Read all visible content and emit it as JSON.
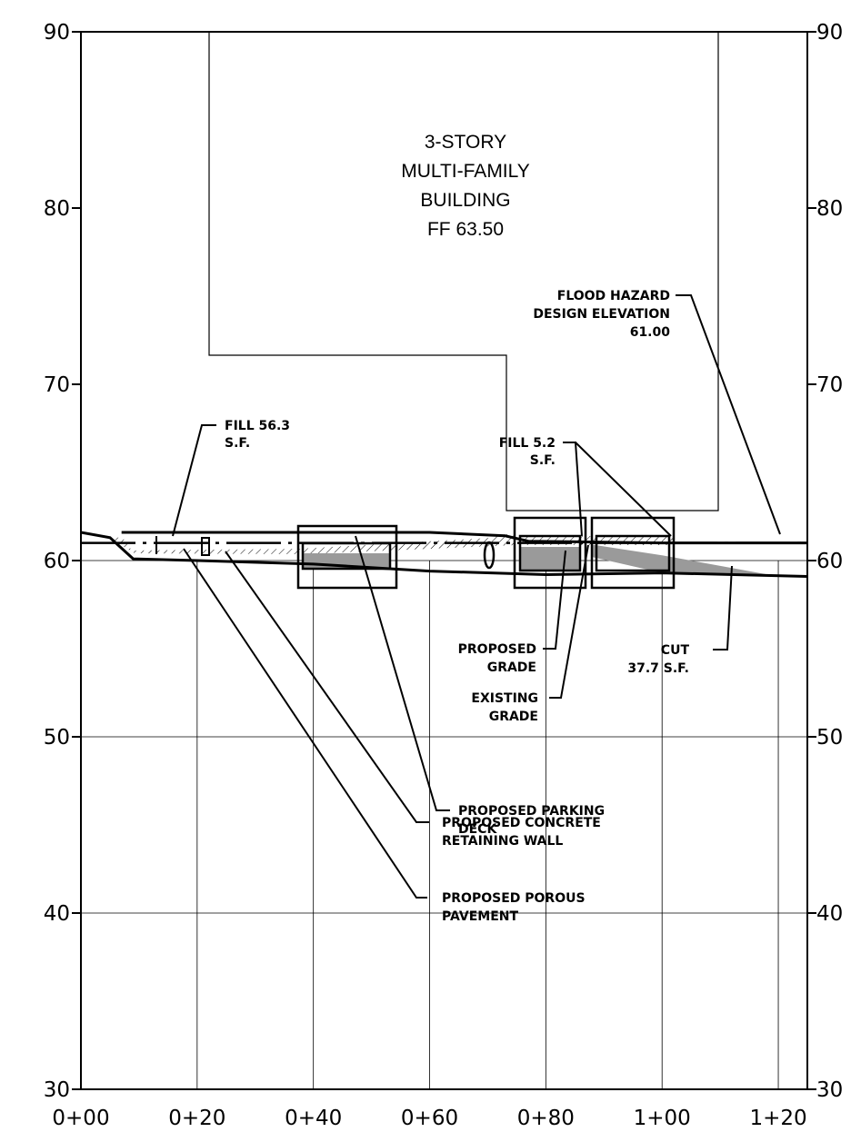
{
  "chart_data": {
    "type": "cross-section",
    "y_axis": {
      "min": 30,
      "max": 90,
      "ticks": [
        {
          "label": "90",
          "value": 90
        },
        {
          "label": "80",
          "value": 80
        },
        {
          "label": "70",
          "value": 70
        },
        {
          "label": "60",
          "value": 60
        },
        {
          "label": "50",
          "value": 50
        },
        {
          "label": "40",
          "value": 40
        },
        {
          "label": "30",
          "value": 30
        }
      ]
    },
    "x_axis": {
      "min": 0,
      "max": 125,
      "ticks": [
        {
          "label": "0+00",
          "value": 0
        },
        {
          "label": "0+20",
          "value": 20
        },
        {
          "label": "0+40",
          "value": 40
        },
        {
          "label": "0+60",
          "value": 60
        },
        {
          "label": "0+80",
          "value": 80
        },
        {
          "label": "1+00",
          "value": 100
        },
        {
          "label": "1+20",
          "value": 120
        }
      ]
    },
    "grid": true,
    "flood_hazard_design_elevation": 61.0,
    "building": {
      "lines": [
        "3-STORY",
        "MULTI-FAMILY",
        "BUILDING",
        "FF 63.50"
      ]
    },
    "existing_grade": [
      [
        0,
        61.6
      ],
      [
        5,
        61.3
      ],
      [
        9,
        60.1
      ],
      [
        20,
        60.0
      ],
      [
        40,
        59.8
      ],
      [
        60,
        59.4
      ],
      [
        80,
        59.2
      ],
      [
        100,
        59.3
      ],
      [
        125,
        59.1
      ]
    ],
    "proposed_grade": [
      [
        7,
        61.6
      ],
      [
        40,
        61.6
      ],
      [
        60,
        61.6
      ],
      [
        73,
        61.4
      ],
      [
        77,
        61.1
      ],
      [
        100,
        61.0
      ],
      [
        125,
        61.0
      ]
    ],
    "cut_region": [
      [
        88,
        60.9
      ],
      [
        100,
        60.3
      ],
      [
        120,
        59.1
      ],
      [
        100,
        59.3
      ],
      [
        88,
        60.2
      ]
    ],
    "annotations": [
      {
        "id": "fill-56",
        "lines": [
          "FILL 56.3",
          "S.F."
        ]
      },
      {
        "id": "fill-5",
        "lines": [
          "FILL 5.2",
          "S.F."
        ]
      },
      {
        "id": "flood",
        "lines": [
          "FLOOD HAZARD",
          "DESIGN ELEVATION",
          "61.00"
        ]
      },
      {
        "id": "cut",
        "lines": [
          "CUT",
          "37.7 S.F."
        ]
      },
      {
        "id": "proposed-grade",
        "lines": [
          "PROPOSED",
          "GRADE"
        ]
      },
      {
        "id": "existing-grade",
        "lines": [
          "EXISTING",
          "GRADE"
        ]
      },
      {
        "id": "parking-deck",
        "lines": [
          "PROPOSED PARKING",
          "DECK"
        ]
      },
      {
        "id": "retaining-wall",
        "lines": [
          "PROPOSED CONCRETE",
          "RETAINING WALL"
        ]
      },
      {
        "id": "porous-pavement",
        "lines": [
          "PROPOSED POROUS",
          "PAVEMENT"
        ]
      }
    ]
  }
}
